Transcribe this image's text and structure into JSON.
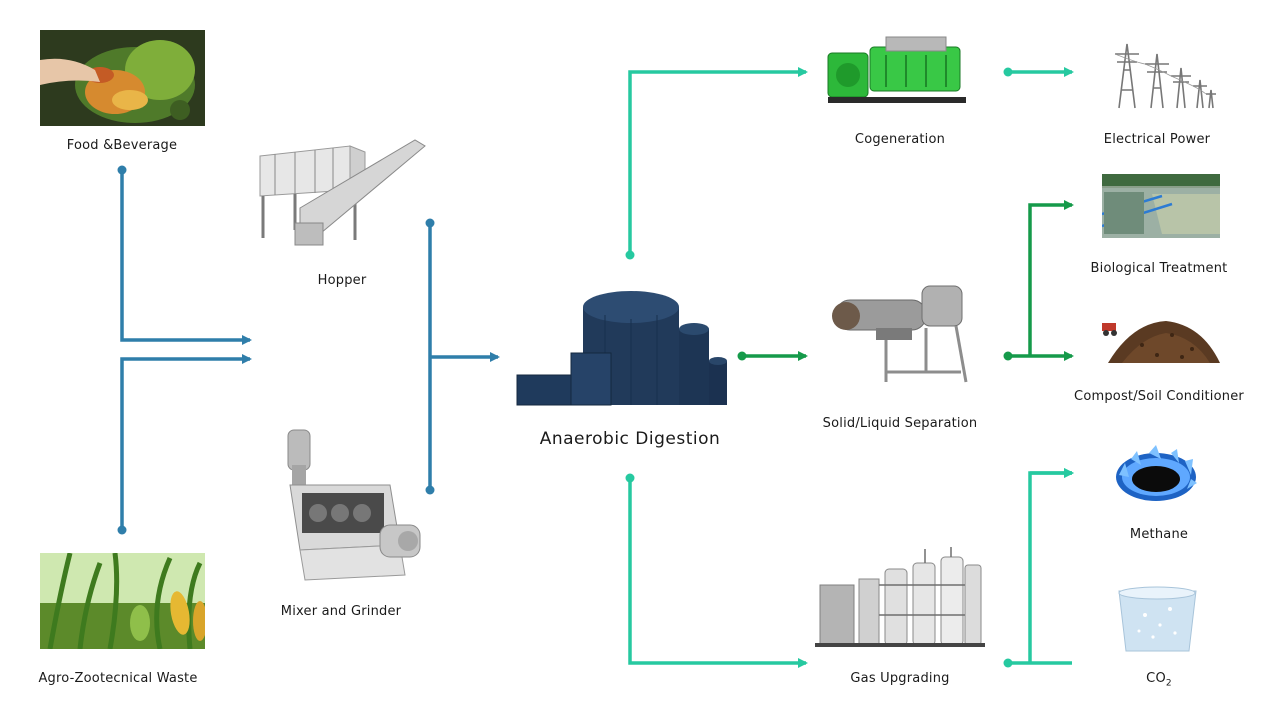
{
  "nodes": {
    "food_beverage": "Food &Beverage",
    "agro_waste": "Agro-Zootecnical Waste",
    "hopper": "Hopper",
    "mixer_grinder": "Mixer and Grinder",
    "anaerobic_digestion": "Anaerobic Digestion",
    "cogeneration": "Cogeneration",
    "electrical_power": "Electrical Power",
    "solid_liquid": "Solid/Liquid Separation",
    "biological_treatment": "Biological Treatment",
    "compost": "Compost/Soil Conditioner",
    "gas_upgrading": "Gas Upgrading",
    "methane": "Methane",
    "co2_main": "CO",
    "co2_sub": "2"
  },
  "colors": {
    "feed_line": "#2f7eaa",
    "gas_line": "#26c9a0",
    "separation_line": "#159a4a"
  }
}
